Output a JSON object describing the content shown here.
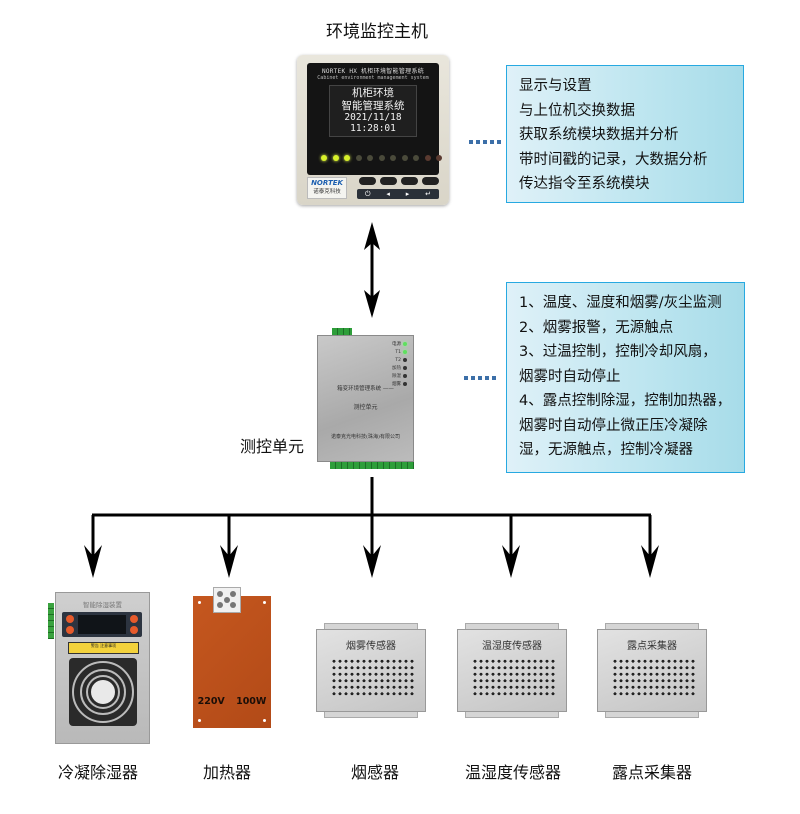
{
  "host": {
    "title": "环境监控主机",
    "device": {
      "header": "NORTEK HX 机柜环境智能管理系统",
      "subheader": "Cabinet environment management system",
      "lcd_line1": "机柜环境",
      "lcd_line2": "智能管理系统",
      "date": "2021/11/18",
      "time": "11:28:01",
      "brand": "NORTEK",
      "brand_cn": "诺泰克科技",
      "key_symbols": [
        "⏻",
        "◂",
        "▸",
        "↵"
      ]
    },
    "info": [
      "显示与设置",
      "与上位机交换数据",
      "获取系统模块数据并分析",
      "带时间戳的记录，大数据分析",
      "传达指令至系统模块"
    ]
  },
  "controller": {
    "label": "测控单元",
    "device": {
      "leds": [
        "电源",
        "T1",
        "T2",
        "加热",
        "除湿",
        "烟雾"
      ],
      "line1": "箱变环境管理系统 ——",
      "line2": "测控单元",
      "line3": "诺泰克光电科技(珠海)有限公司"
    },
    "info": [
      "1、温度、湿度和烟雾/灰尘监测",
      "2、烟雾报警，无源触点",
      "3、过温控制，控制冷却风扇，",
      "烟雾时自动停止",
      "4、露点控制除湿，控制加热器，",
      "烟雾时自动停止微正压冷凝除",
      "湿，无源触点，控制冷凝器"
    ]
  },
  "devices": [
    {
      "label": "冷凝除湿器",
      "plate": "智能除湿装置",
      "warning": "警告 注意事项"
    },
    {
      "label": "加热器",
      "plate": "220V 100W"
    },
    {
      "label": "烟感器",
      "plate": "烟雾传感器"
    },
    {
      "label": "温湿度传感器",
      "plate": "温湿度传感器"
    },
    {
      "label": "露点采集器",
      "plate": "露点采集器"
    }
  ],
  "colors": {
    "info_border": "#27a9e1",
    "connector_dots": "#3c6fa8",
    "arrow": "#000000"
  }
}
